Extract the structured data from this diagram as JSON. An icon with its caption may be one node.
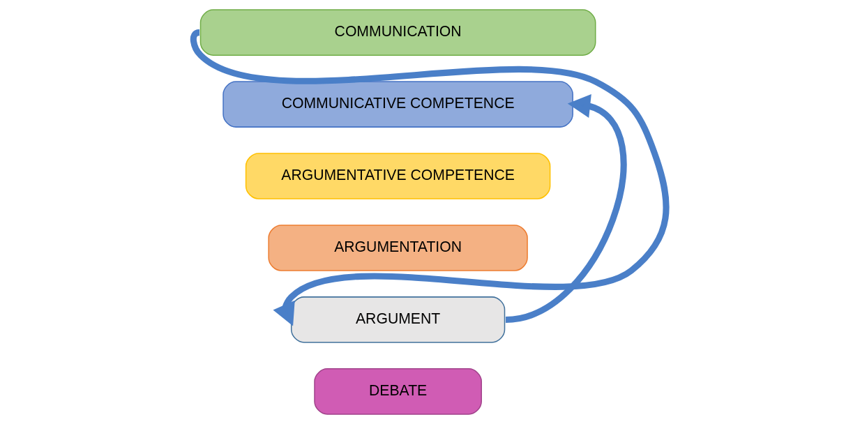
{
  "diagram": {
    "nodes": [
      {
        "text": [
          "COMMUNICATION"
        ]
      },
      {
        "text": [
          "COMMUNICATIVE COMPETENCE"
        ]
      },
      {
        "text": [
          "ARGUMENTATIVE COMPETENCE"
        ]
      },
      {
        "text": [
          "ARGUMENTATION"
        ]
      },
      {
        "text": [
          "ARGUMENT"
        ]
      },
      {
        "text": [
          "DEBATE"
        ]
      }
    ],
    "edges": [
      {
        "from": 0,
        "to": 4,
        "arrow": "to"
      },
      {
        "from": 4,
        "to": 1,
        "arrow": "to"
      }
    ]
  }
}
